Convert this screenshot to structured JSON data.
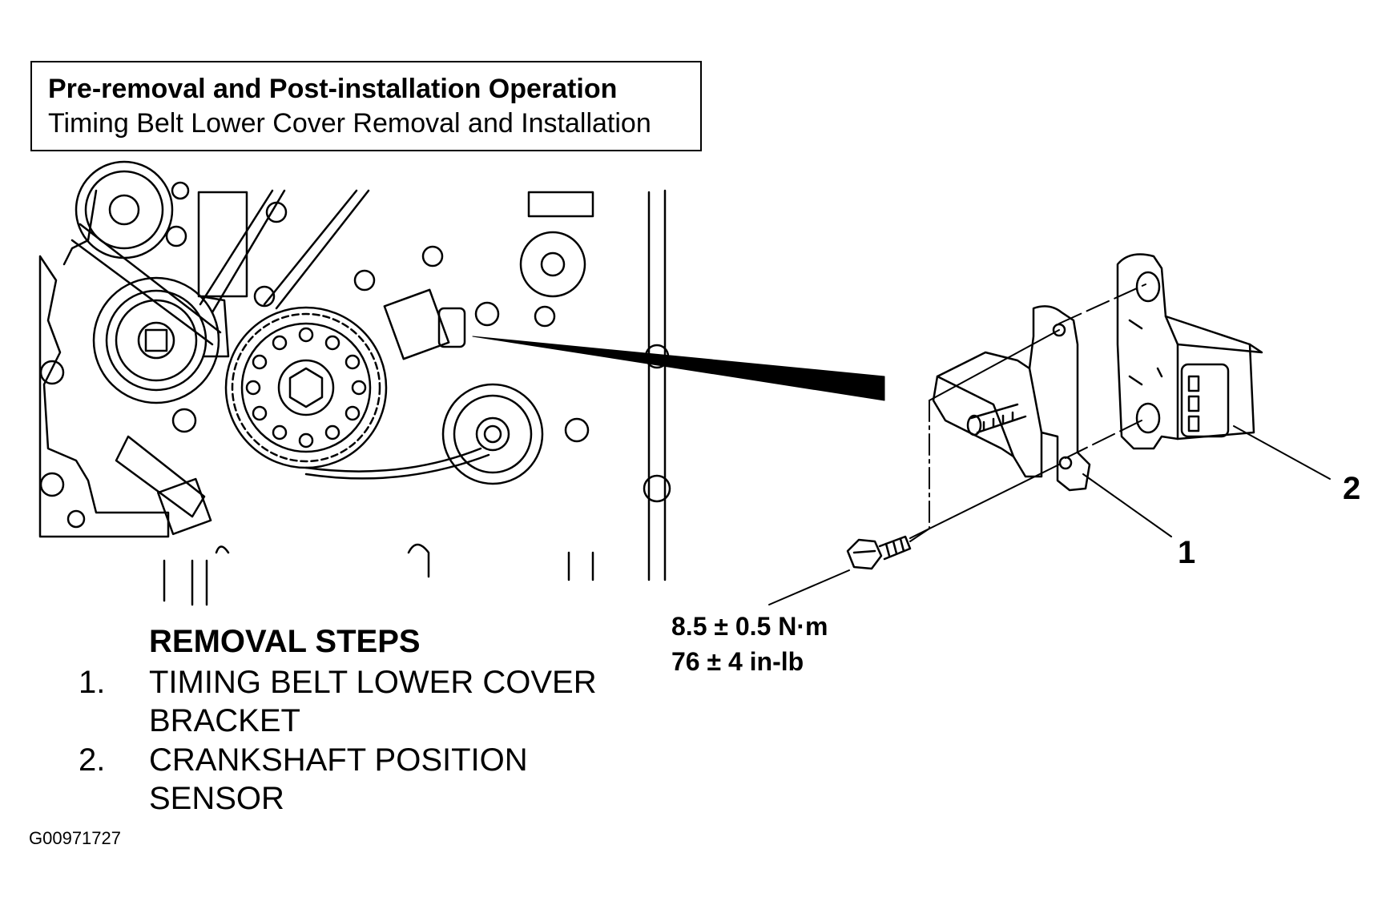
{
  "header": {
    "title": "Pre-removal and Post-installation Operation",
    "subtitle": "Timing Belt Lower Cover Removal and Installation"
  },
  "torque": {
    "metric": "8.5 ± 0.5 N·m",
    "imperial": "76 ± 4 in-lb"
  },
  "callouts": [
    "1",
    "2"
  ],
  "removal_steps": {
    "heading": "REMOVAL STEPS",
    "items": [
      {
        "number": "1.",
        "lines": [
          "TIMING BELT LOWER COVER",
          "BRACKET"
        ]
      },
      {
        "number": "2.",
        "lines": [
          "CRANKSHAFT POSITION",
          "SENSOR"
        ]
      }
    ]
  },
  "figure_id": "G00971727"
}
